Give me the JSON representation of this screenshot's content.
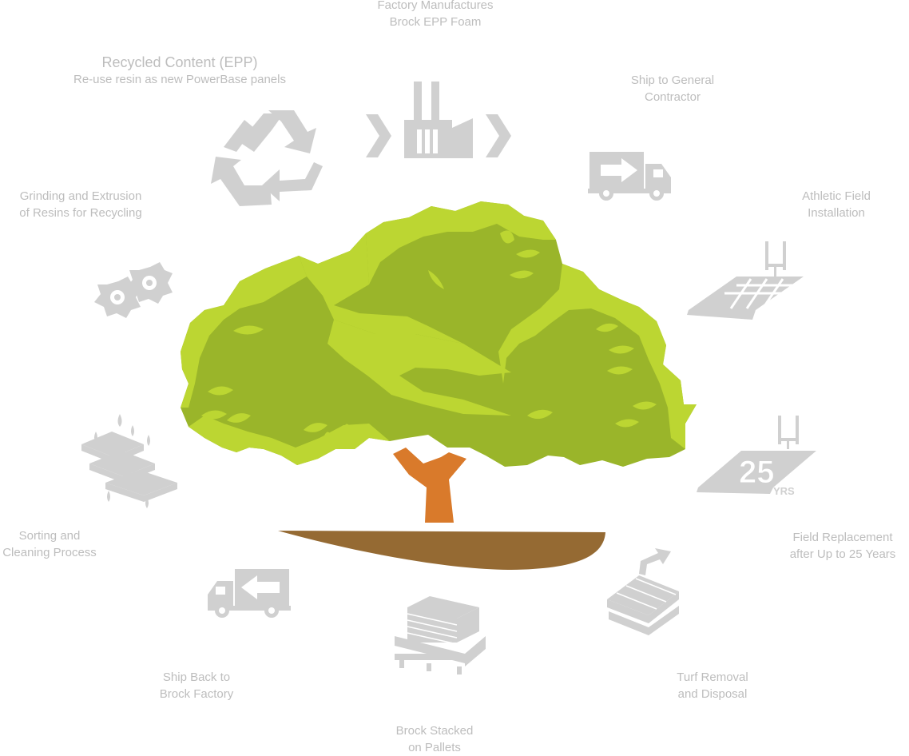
{
  "diagram": {
    "steps": [
      {
        "id": "factory",
        "line1": "Factory Manufactures",
        "line2": "Brock EPP Foam",
        "icon": "factory-icon"
      },
      {
        "id": "ship-gc",
        "line1": "Ship to General",
        "line2": "Contractor",
        "icon": "truck-icon"
      },
      {
        "id": "install",
        "line1": "Athletic Field",
        "line2": "Installation",
        "icon": "field-panels-icon"
      },
      {
        "id": "replace",
        "line1": "Field Replacement",
        "line2": "after Up to 25 Years",
        "icon": "field-25-years-icon",
        "badge_number": "25",
        "badge_unit": "YRS"
      },
      {
        "id": "turf",
        "line1": "Turf Removal",
        "line2": "and Disposal",
        "icon": "turf-removal-icon"
      },
      {
        "id": "stack",
        "line1": "Brock Stacked",
        "line2": "on Pallets",
        "icon": "pallet-stack-icon"
      },
      {
        "id": "ship-back",
        "line1": "Ship Back to",
        "line2": "Brock Factory",
        "icon": "truck-return-icon"
      },
      {
        "id": "sort",
        "line1": "Sorting and",
        "line2": "Cleaning Process",
        "icon": "cleaning-icon"
      },
      {
        "id": "grind",
        "line1": "Grinding and Extrusion",
        "line2": "of Resins for Recycling",
        "icon": "grinder-icon"
      },
      {
        "id": "recycle",
        "line1": "Recycled Content (EPP)",
        "line2": "Re-use resin as new PowerBase panels",
        "icon": "recycle-icon"
      }
    ]
  },
  "colors": {
    "icon_gray": "#d0d0d0",
    "label_gray": "#bdbdbd",
    "leaf_light": "#bcd632",
    "leaf_dark": "#9ab52a",
    "trunk": "#d97a2b",
    "soil": "#956a33"
  }
}
